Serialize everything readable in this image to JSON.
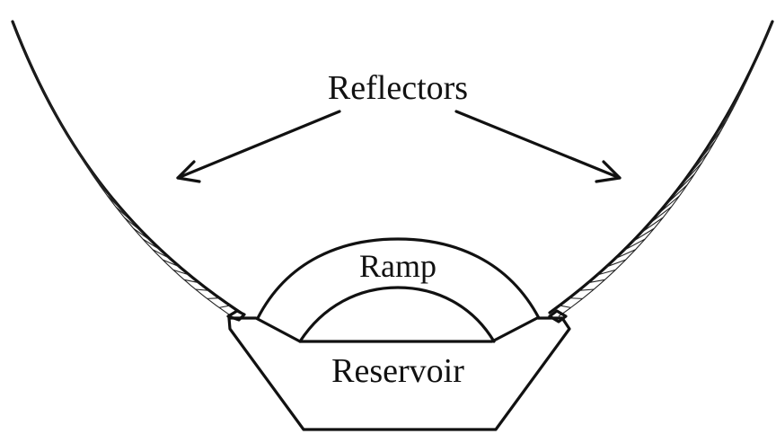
{
  "labels": {
    "reflectors": "Reflectors",
    "ramp": "Ramp",
    "reservoir": "Reservoir"
  },
  "colors": {
    "ink": "#111111",
    "background": "#ffffff"
  }
}
